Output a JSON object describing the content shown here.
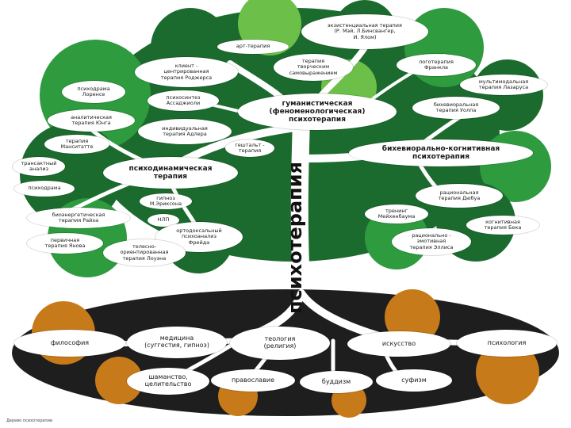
{
  "colors": {
    "green_dark": "#1c6b2e",
    "green_mid": "#2e9b3f",
    "green_light": "#6cc04a",
    "root_dark": "#1e1e1e",
    "root_orange": "#c77a1a",
    "node_fill": "#ffffff"
  },
  "trunk": {
    "label": "психотерапия"
  },
  "branches": {
    "humanistic": "гуманистическая\n(феноменологическая)\nпсихотерапия",
    "psychodynamic": "психодинамическая\nтерапия",
    "behavioral_cognitive": "бихевиорально-когнитивная\nпсихотерапия"
  },
  "leaves": [
    "экзистенциальная терапия\n(Р. Мэй, Л.Бинсвангер,\nИ. Ялом)",
    "арт-терапия",
    "логотерапия\nФранкла",
    "терапия\nтворческим\nсамовыражением",
    "клиент -\nцентрированная\nтерапия Роджерса",
    "мультимодальная\nтерапия Лазаруса",
    "психодрама\nЛоренсе",
    "психосинтез\nАссаджиоли",
    "бихевиоральная\nтерапия Уолпа",
    "аналитическая\nтерапия Юнга",
    "индивидуальная\nтерапия Адлера",
    "терапия\nМанситатте",
    "гештальт -\nтерапия",
    "трансактный\nанализ",
    "психодрама",
    "рациональная\nтерапия Дюбуа",
    "гипноз\nМ.Эриксона",
    "тренинг\nМейхенбаума",
    "когнитивная\nтерапия Бека",
    "биоэнергетическая\nтерапия Райха",
    "НЛП",
    "ортодоксальный\nпсихоанализ\nФрейда",
    "рационально -\nэмотивная\nтерапия Эллиса",
    "первичная\nтерапия Янова",
    "телесно-\nориентированная\nтерапия Лоуэна"
  ],
  "roots": [
    "философия",
    "медицина\n(суггестия, гипноз)",
    "теология\n(религия)",
    "искусство",
    "психология",
    "шаманство,\nцелительство",
    "православие",
    "буддизм",
    "суфизм"
  ],
  "credit": "Дерево психотерапии"
}
